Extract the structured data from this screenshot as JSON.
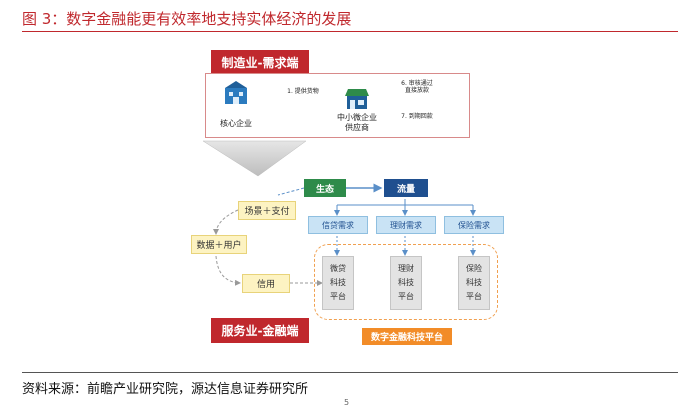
{
  "figure": {
    "title": "图 3：数字金融能更有效率地支持实体经济的发展",
    "source": "资料来源：前瞻产业研究院，源达信息证券研究所",
    "page_number": "5"
  },
  "manufacturing": {
    "badge": "制造业-需求端",
    "core_enterprise": "核心企业",
    "supplier_line1": "中小微企业",
    "supplier_line2": "供应商",
    "supply_goods": "1. 提供货物",
    "review_line1": "6. 审核通过",
    "review_line2": "直接放款",
    "repayment": "7. 到期回款"
  },
  "ecosystem": {
    "shengtai": "生态",
    "liuliang": "流量",
    "scene_payment": "场景＋支付",
    "data_user": "数据＋用户",
    "credit": "信用"
  },
  "demands": {
    "credit_demand": "信贷需求",
    "wealth_demand": "理财需求",
    "insurance_demand": "保险需求"
  },
  "platforms": {
    "microloan": "微贷\n科技\n平台",
    "wealth": "理财\n科技\n平台",
    "insurance": "保险\n科技\n平台"
  },
  "service": {
    "badge": "服务业-金融端",
    "platform_badge": "数字金融科技平台"
  },
  "colors": {
    "red": "#c0282d",
    "green": "#2e8b4a",
    "blue": "#1f4f8f",
    "orange": "#f28c28"
  }
}
